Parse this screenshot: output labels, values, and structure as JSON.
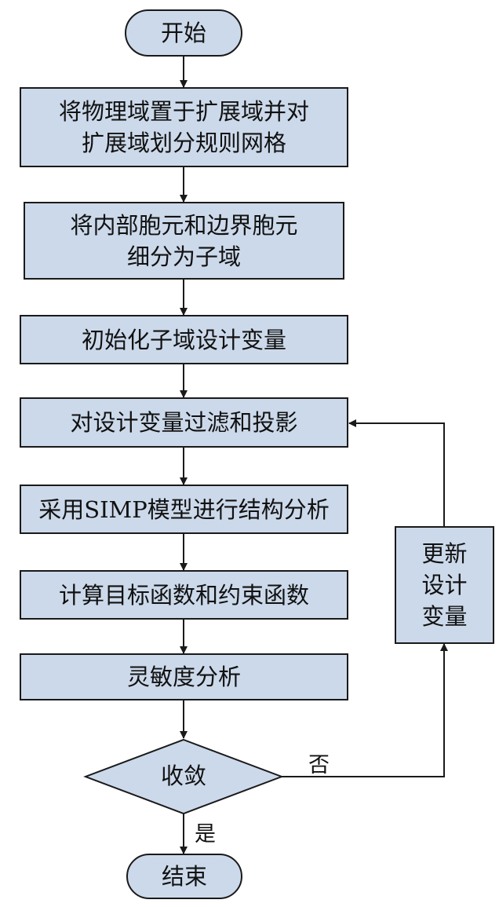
{
  "nodes": {
    "start": "开始",
    "step1": "将物理域置于扩展域并对\n扩展域划分规则网格",
    "step2": "将内部胞元和边界胞元\n细分为子域",
    "step3": "初始化子域设计变量",
    "step4": "对设计变量过滤和投影",
    "step5": "采用SIMP模型进行结构分析",
    "step6": "计算目标函数和约束函数",
    "step7": "灵敏度分析",
    "decision": "收敛",
    "update": "更新\n设计\n变量",
    "end": "结束"
  },
  "edges": {
    "no_label": "否",
    "yes_label": "是"
  },
  "colors": {
    "fill": "#ccd9ea",
    "stroke": "#1a1a1a"
  }
}
